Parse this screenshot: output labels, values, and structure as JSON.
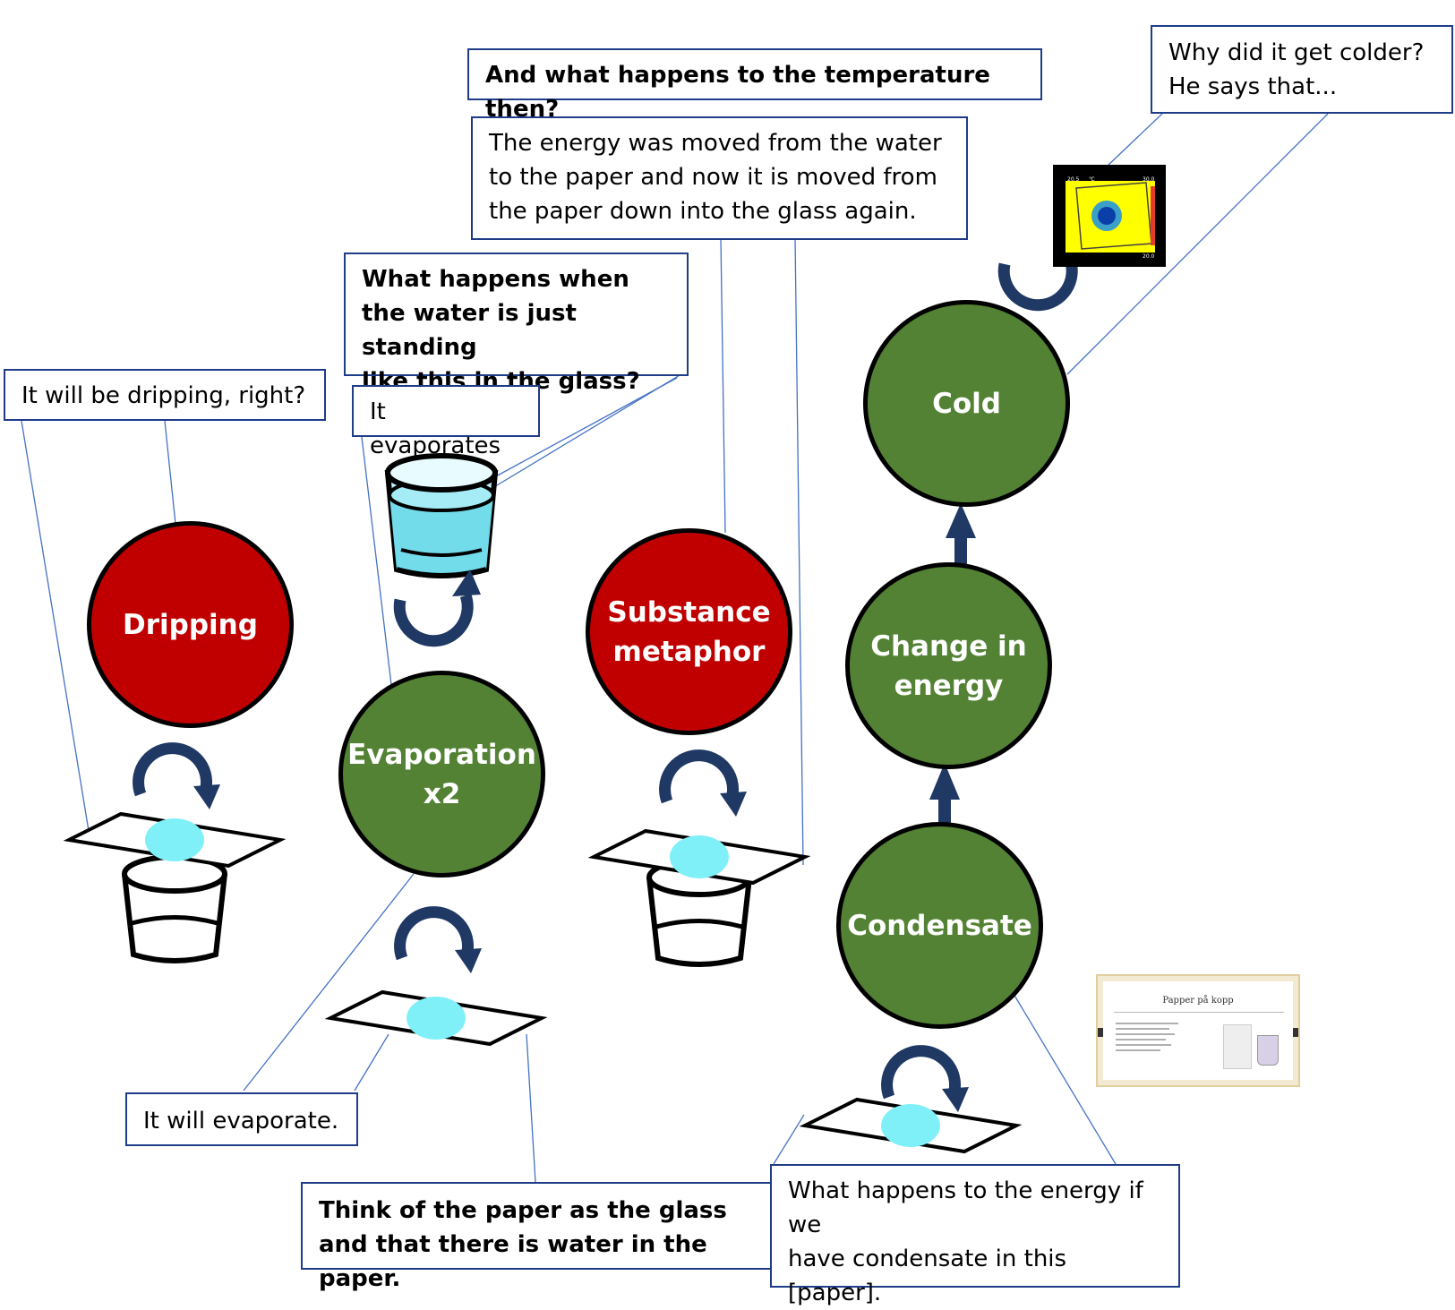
{
  "colors": {
    "red_node": "#c00000",
    "green_node": "#548235",
    "arrow": "#1f3864",
    "water": "#7ff0f8",
    "box_border": "#1f3c88",
    "thermal_bg": "#ffff00"
  },
  "nodes": {
    "dripping": "Dripping",
    "evaporation": "Evaporation\nx2",
    "substance": "Substance\nmetaphor",
    "cold": "Cold",
    "change_energy": "Change in\nenergy",
    "condensate": "Condensate"
  },
  "callouts": {
    "dripping_right": "It will be dripping, right?",
    "what_happens_water": "What happens when\nthe water is just standing\nlike this in the glass?",
    "it_evaporates": "It evaporates",
    "temperature_then": "And what happens to the temperature then?",
    "energy_moved": "The energy was moved from the water\nto the paper and now it is moved from\nthe paper down into the glass again.",
    "why_colder": "Why did it get colder?\nHe says that...",
    "it_will_evaporate": "It will evaporate.",
    "think_paper": "Think of the paper as the glass\nand that there is water in the paper.",
    "energy_condensate": "What happens to the energy if\nwe\nhave condensate in this [paper]."
  },
  "slide_thumb": {
    "title": "Papper på kopp"
  },
  "thermal": {
    "top_left": "20.5",
    "unit": "℃",
    "top_right": "30.0",
    "bottom_right": "20.0"
  },
  "icons": {
    "glass": "glass-icon",
    "water_glass": "water-glass-icon",
    "paper": "paper-icon",
    "curved_arrow": "curved-arrow-icon",
    "up_arrow": "up-arrow-icon"
  }
}
